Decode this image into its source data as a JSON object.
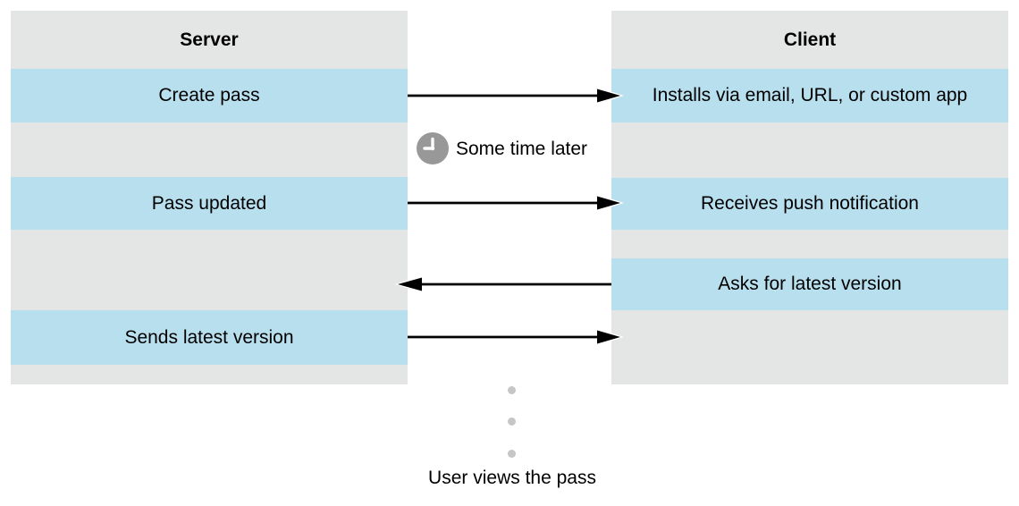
{
  "diagram": {
    "server": {
      "title": "Server",
      "steps": [
        "Create pass",
        "Pass updated",
        "Sends latest version"
      ]
    },
    "client": {
      "title": "Client",
      "steps": [
        "Installs via email, URL, or custom app",
        "Receives push notification",
        "Asks for latest version"
      ]
    },
    "annotations": {
      "some_time_later": "Some time later",
      "user_views_pass": "User views the pass"
    },
    "icons": {
      "clock": "clock-icon",
      "ellipsis": "vertical-ellipsis-dots"
    },
    "colors": {
      "row_highlight_blue": "#b8dfee",
      "column_gray": "#e4e5e5",
      "clock_gray": "#989898",
      "dot_gray": "#c6c6c6",
      "arrow_black": "#000000",
      "text_black": "#000000"
    }
  }
}
